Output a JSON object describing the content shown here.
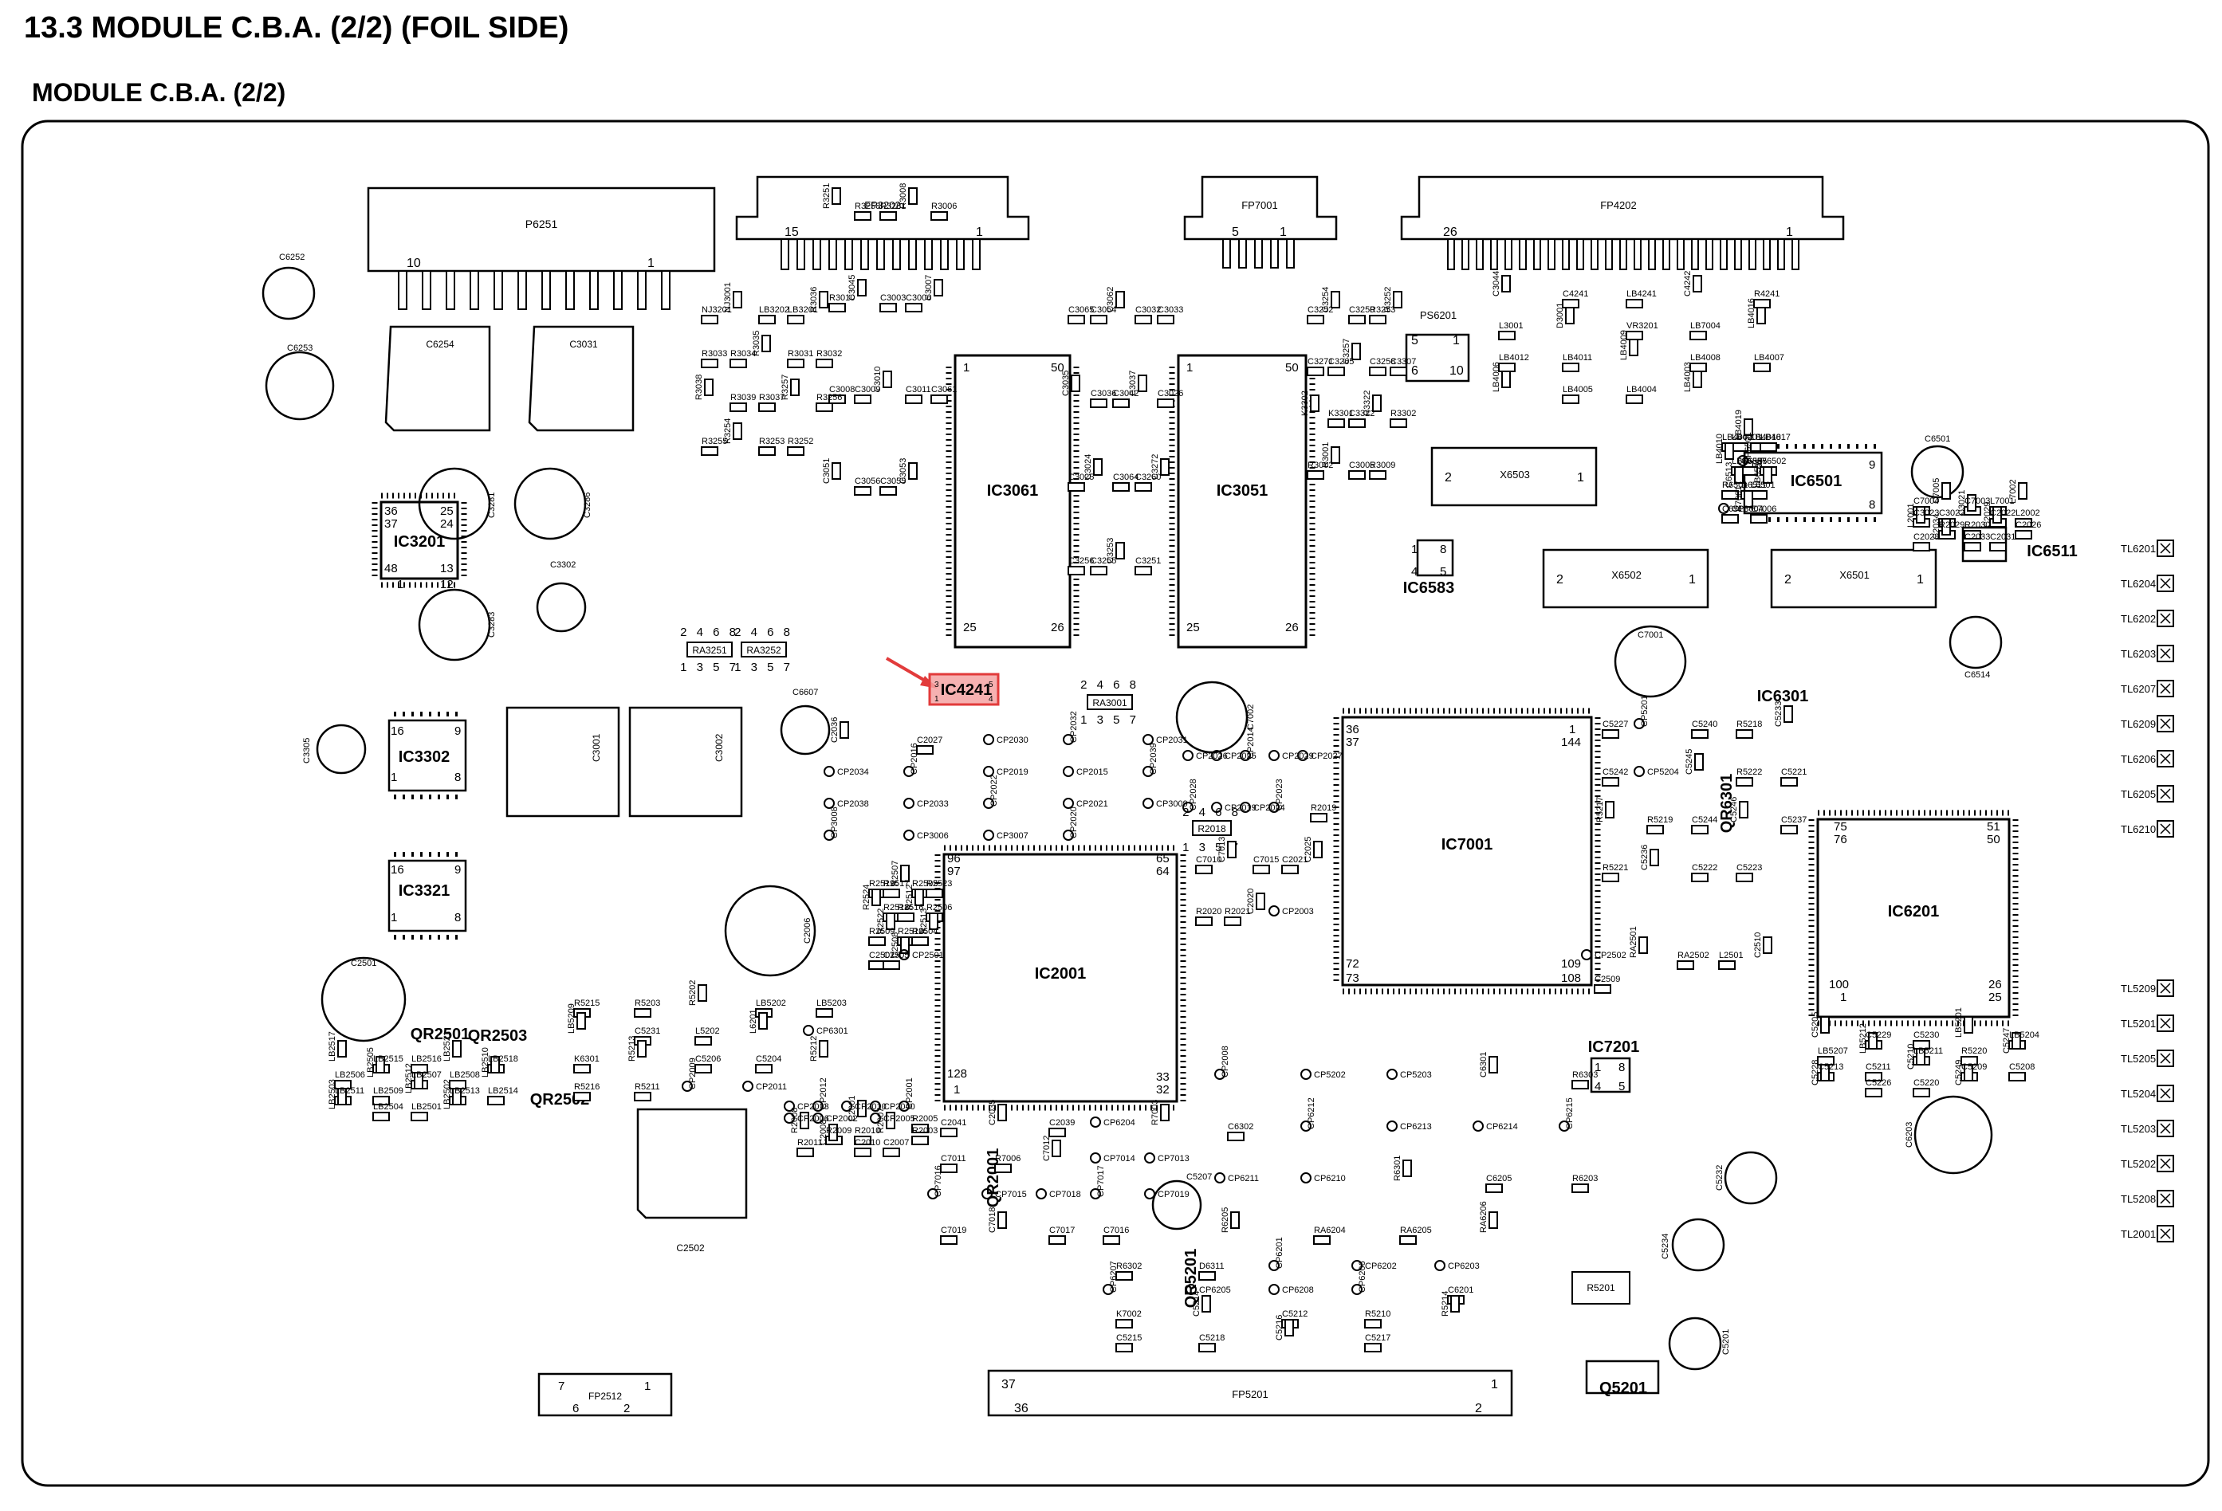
{
  "page": {
    "title": "13.3 MODULE C.B.A. (2/2) (FOIL SIDE)",
    "subtitle": "MODULE C.B.A. (2/2)"
  },
  "colors": {
    "ink": "#000000",
    "highlight": "#e23b3b",
    "highlight_fill": "#f4a3a3",
    "board_bg": "#ffffff"
  },
  "highlight": {
    "component": "IC4241",
    "pins": [
      "3",
      "1",
      "5",
      "4"
    ]
  },
  "ic_labels": [
    {
      "id": "ic3201",
      "text": "IC3201"
    },
    {
      "id": "ic3061",
      "text": "IC3061"
    },
    {
      "id": "ic3051",
      "text": "IC3051"
    },
    {
      "id": "ic3302",
      "text": "IC3302"
    },
    {
      "id": "ic3321",
      "text": "IC3321"
    },
    {
      "id": "ic2001",
      "text": "IC2001"
    },
    {
      "id": "ic7001",
      "text": "IC7001"
    },
    {
      "id": "ic6201",
      "text": "IC6201"
    },
    {
      "id": "ic6501",
      "text": "IC6501"
    },
    {
      "id": "ic6511",
      "text": "IC6511"
    },
    {
      "id": "ic6583",
      "text": "IC6583"
    },
    {
      "id": "ic6301",
      "text": "IC6301"
    },
    {
      "id": "ic7201",
      "text": "IC7201"
    },
    {
      "id": "q5201",
      "text": "Q5201"
    },
    {
      "id": "qr2501",
      "text": "QR2501"
    },
    {
      "id": "qr2503",
      "text": "QR2503"
    },
    {
      "id": "qr2502",
      "text": "QR2502"
    },
    {
      "id": "qr2001",
      "text": "QR2001"
    },
    {
      "id": "qr5201",
      "text": "QR5201"
    },
    {
      "id": "qr6301",
      "text": "QR6301"
    }
  ],
  "connectors": [
    {
      "id": "p6251",
      "name": "P6251",
      "left": "10",
      "right": "1"
    },
    {
      "id": "fp3202",
      "name": "FP3202",
      "left": "15",
      "right": "1"
    },
    {
      "id": "fp7001",
      "name": "FP7001",
      "left": "5",
      "right": "1"
    },
    {
      "id": "fp4202",
      "name": "FP4202",
      "left": "26",
      "right": "1"
    },
    {
      "id": "fp5201",
      "name": "FP5201",
      "tl": "37",
      "tr": "1",
      "bl": "36",
      "br": "2"
    },
    {
      "id": "fp2512",
      "name": "FP2512",
      "tl": "7",
      "tr": "1",
      "bl": "6",
      "br": "2"
    }
  ],
  "test_points": [
    "TL6201",
    "TL6204",
    "TL6202",
    "TL6203",
    "TL6207",
    "TL6209",
    "TL6206",
    "TL6205",
    "TL6210",
    "TL5209",
    "TL5201",
    "TL5205",
    "TL5204",
    "TL5203",
    "TL5202",
    "TL5208",
    "TL2001"
  ],
  "crystals": [
    {
      "id": "x6503",
      "name": "X6503",
      "l": "2",
      "r": "1"
    },
    {
      "id": "x6502",
      "name": "X6502",
      "l": "2",
      "r": "1"
    },
    {
      "id": "x6501",
      "name": "X6501",
      "l": "2",
      "r": "1"
    }
  ],
  "big_caps": [
    "C6254",
    "C3031",
    "C3001",
    "C3002",
    "C2502"
  ],
  "round_caps": [
    "C6252",
    "C6253",
    "C3281",
    "C3286",
    "C3283",
    "C3302",
    "C3305",
    "C6607",
    "C7002",
    "C7001",
    "C6514",
    "C6501",
    "C2501",
    "C2006",
    "C5207",
    "C5232",
    "C5234",
    "C6203",
    "C5201"
  ],
  "res_arrays": [
    "RA3251",
    "RA3252",
    "RA3001",
    "R2018",
    "R5201"
  ],
  "array_pins": {
    "top": "2 4 6 8",
    "bottom": "1 3 5 7"
  },
  "ps6201": {
    "name": "PS6201",
    "pins": [
      "5",
      "1",
      "6",
      "10"
    ]
  },
  "ic_pins": {
    "ic3201": [
      "36",
      "25",
      "37",
      "24",
      "48",
      "13",
      "1",
      "12"
    ],
    "ic3061": [
      "1",
      "50",
      "25",
      "26"
    ],
    "ic3051": [
      "1",
      "50",
      "25",
      "26"
    ],
    "ic2001": [
      "96",
      "65",
      "97",
      "64",
      "128",
      "33",
      "1",
      "32"
    ],
    "ic7001": [
      "36",
      "1",
      "37",
      "144",
      "72",
      "109",
      "73",
      "108"
    ],
    "ic6201": [
      "75",
      "51",
      "76",
      "50",
      "100",
      "26",
      "1",
      "25"
    ],
    "ic6501": [
      "16",
      "9",
      "1",
      "8"
    ],
    "ic3302": [
      "16",
      "9",
      "1",
      "8"
    ],
    "ic3321": [
      "16",
      "9",
      "1",
      "8"
    ],
    "ic6583": [
      "1",
      "8",
      "4",
      "5"
    ],
    "ic7201": [
      "1",
      "8",
      "4",
      "5"
    ]
  },
  "labels": [
    "NJ3201",
    "NJ3001",
    "LB3202",
    "LB3201",
    "R3036",
    "R3033",
    "R3034",
    "R3035",
    "R3031",
    "R3032",
    "R3038",
    "R3039",
    "R3037",
    "R3257",
    "R3256",
    "R3255",
    "R3254",
    "R3253",
    "R3252",
    "R3251",
    "R3258",
    "R3261",
    "R3008",
    "R3006",
    "R3010",
    "C3045",
    "C3003",
    "C3006",
    "C3007",
    "C3008",
    "C3009",
    "C3010",
    "C3011",
    "C3061",
    "C3051",
    "C3056",
    "C3055",
    "C3053",
    "C3065",
    "C3054",
    "C3062",
    "C3032",
    "C3033",
    "C3035",
    "C3036",
    "C3042",
    "C3037",
    "C3026",
    "C3025",
    "C3024",
    "C3064",
    "C3260",
    "C3272",
    "C3256",
    "C3255",
    "C3253",
    "C3251",
    "C3252",
    "C3254",
    "C3250",
    "R3253",
    "R3252",
    "C3271",
    "C3265",
    "C3257",
    "C3258",
    "C3307",
    "K3302",
    "K3301",
    "C3322",
    "R3322",
    "R3302",
    "R3002",
    "R3001",
    "C3005",
    "R3009",
    "C3044",
    "C4241",
    "LB4241",
    "C4242",
    "R4241",
    "L3001",
    "D3001",
    "VR3201",
    "LB7004",
    "LB4016",
    "LB4012",
    "LB4011",
    "LB4009",
    "LB4008",
    "LB4007",
    "LB4006",
    "LB4005",
    "LB4004",
    "LB4003",
    "LB4002",
    "LB4001",
    "LB4019",
    "LB4018",
    "LB4017",
    "LB4010",
    "LB6585",
    "C6585",
    "CP6501",
    "R6502",
    "R6501",
    "C6513",
    "D6511",
    "L6501",
    "LB6511",
    "C6511",
    "CP3004",
    "R7001",
    "C7006",
    "C7004",
    "C7005",
    "C7003",
    "L7001",
    "L7002",
    "C3023",
    "C3022",
    "C3021",
    "C2022",
    "L2002",
    "L2001",
    "R2029",
    "R2030",
    "C2029",
    "C2026",
    "C2028",
    "C2034",
    "C2033",
    "C2031",
    "C2036",
    "C2027",
    "CP2030",
    "CP2032",
    "CP2031",
    "CP2034",
    "CP2016",
    "CP2019",
    "CP2015",
    "CP2039",
    "CP2038",
    "CP2033",
    "CP2022",
    "CP2021",
    "CP3009",
    "CP3008",
    "CP3006",
    "CP3007",
    "CP2020",
    "CP2026",
    "CP2025",
    "CP2014",
    "CP2029",
    "CP2027",
    "CP2028",
    "CP2019",
    "CP2024",
    "CP2023",
    "R2019",
    "C7010",
    "C7013",
    "C7015",
    "C2021",
    "C2025",
    "R2020",
    "R2021",
    "C2020",
    "CP2003",
    "C2041",
    "C2035",
    "C2039",
    "CP6204",
    "R7003",
    "C7011",
    "R7006",
    "C7012",
    "CP7014",
    "CP7013",
    "CP7016",
    "CP7015",
    "CP7018",
    "CP7017",
    "CP7019",
    "C7019",
    "C7018",
    "C7017",
    "C7016",
    "CP2008",
    "CP5202",
    "CP5203",
    "C6301",
    "R6303",
    "C6302",
    "CP6212",
    "CP6213",
    "CP6214",
    "CP6215",
    "CP6211",
    "CP6210",
    "R6301",
    "C6205",
    "R6203",
    "R6205",
    "RA6204",
    "RA6205",
    "RA6206",
    "R6302",
    "D6311",
    "CP6201",
    "CP6202",
    "CP6203",
    "CP6207",
    "CP6205",
    "CP6208",
    "CP6206",
    "C6201",
    "K7002",
    "C5214",
    "C5212",
    "R5210",
    "R5214",
    "C5215",
    "C5218",
    "C5216",
    "C5217",
    "C5227",
    "CP5201",
    "C5240",
    "R5218",
    "C5233",
    "C5242",
    "CP5204",
    "C5245",
    "R5222",
    "C5221",
    "R5217",
    "R5219",
    "C5244",
    "C5246",
    "C5237",
    "R5221",
    "C5236",
    "C5222",
    "C5223",
    "C5205",
    "C5229",
    "C5230",
    "LB5201",
    "LB5204",
    "LB5207",
    "LB5212",
    "LB5211",
    "R5220",
    "C5247",
    "C5213",
    "C5211",
    "C5210",
    "C5209",
    "C5208",
    "C5228",
    "C5226",
    "C5220",
    "C5249",
    "R5215",
    "R5203",
    "R5202",
    "LB5202",
    "LB5203",
    "LB5209",
    "C5231",
    "L5202",
    "L6201",
    "CP6301",
    "K6301",
    "R5213",
    "C5206",
    "C5204",
    "R5212",
    "R5216",
    "R5211",
    "CP2009",
    "CP2011",
    "CP2013",
    "CP2012",
    "CP2010",
    "CP2040",
    "CP2001",
    "CP2006",
    "CP2002",
    "C2001",
    "CP2005",
    "R2005",
    "R2008",
    "R2009",
    "R2010",
    "R2007",
    "R2003",
    "R2011",
    "C2008",
    "C2010",
    "C2007",
    "LB2517",
    "LB2515",
    "LB2516",
    "LB2521",
    "LB2518",
    "LB2506",
    "LB2505",
    "LB2507",
    "LB2508",
    "LB2510",
    "LB2511",
    "LB2509",
    "LB2512",
    "LB2513",
    "LB2514",
    "LB2503",
    "LB2504",
    "LB2501",
    "LB2502",
    "R2519",
    "R2517",
    "R2507",
    "R2505",
    "R2523",
    "R2524",
    "R2518",
    "R2516",
    "R2512",
    "R2506",
    "R2509",
    "R2522",
    "R2510",
    "R2504",
    "R2513",
    "C2507",
    "C2505",
    "C2508",
    "CP2501",
    "CP2502",
    "RA2501",
    "RA2502",
    "L2501",
    "C2510",
    "C2509"
  ]
}
